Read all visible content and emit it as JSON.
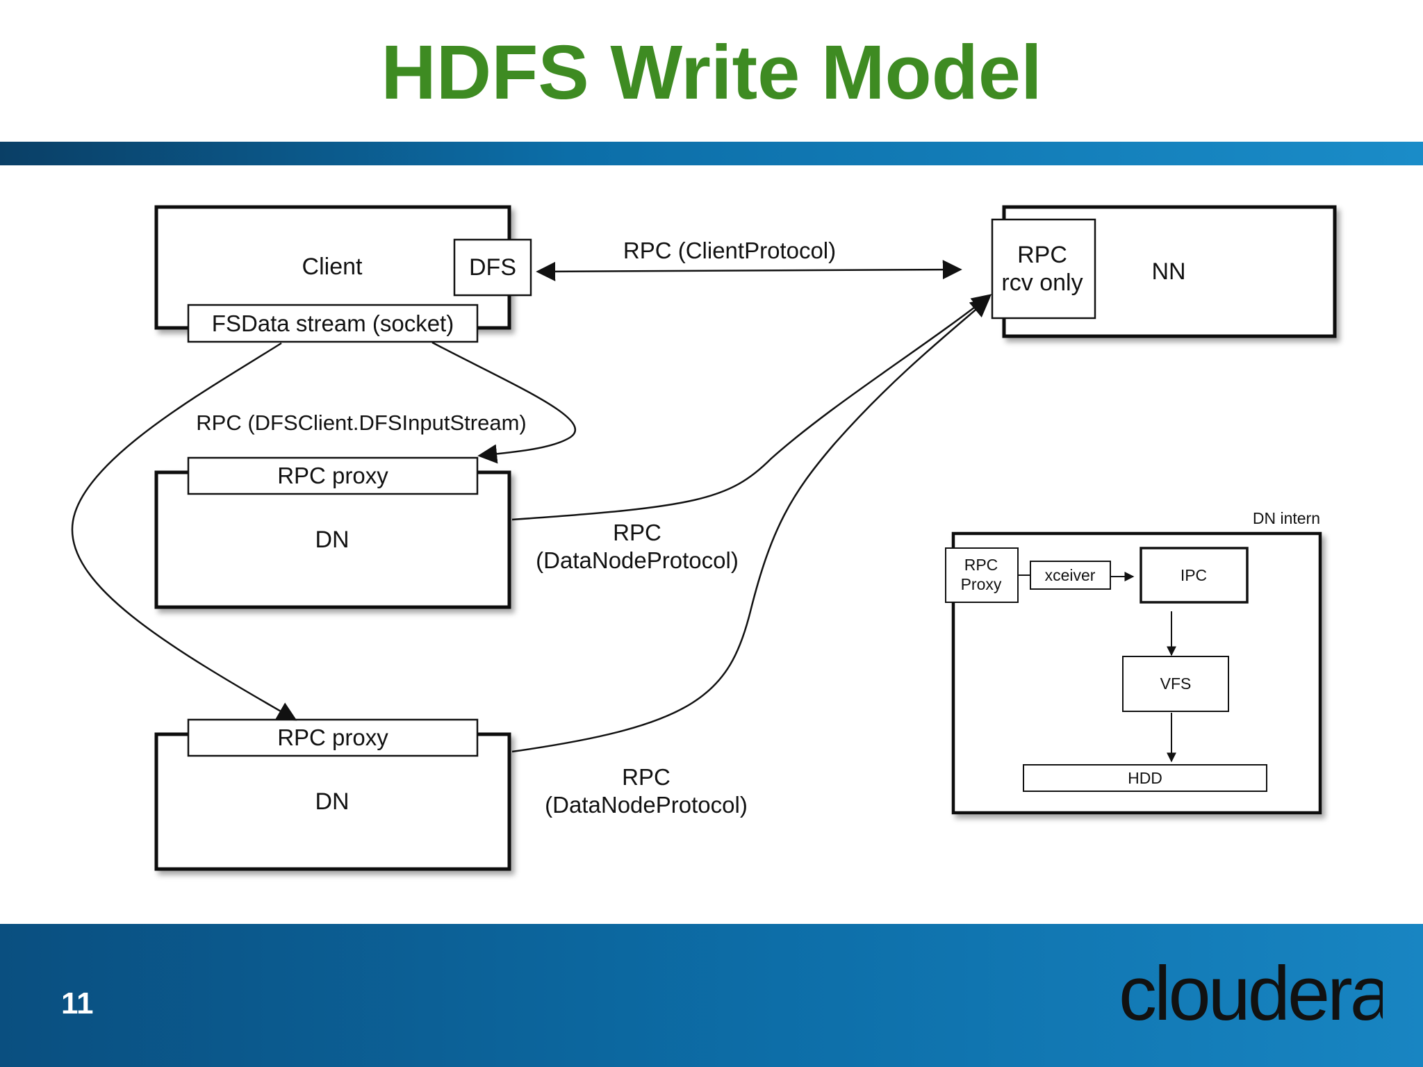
{
  "slide": {
    "title": "HDFS Write Model",
    "page_number": "11",
    "logo_text": "cloudera",
    "colors": {
      "title": "#3e8b22",
      "band": "#0c6ea8"
    }
  },
  "diagram": {
    "client": {
      "label": "Client",
      "dfs": "DFS",
      "stream": "FSData stream (socket)"
    },
    "nn": {
      "label": "NN",
      "rpc_line1": "RPC",
      "rpc_line2": "rcv only"
    },
    "dn1": {
      "label": "DN",
      "proxy": "RPC proxy"
    },
    "dn2": {
      "label": "DN",
      "proxy": "RPC proxy"
    },
    "edges": {
      "client_protocol": "RPC (ClientProtocol)",
      "dfsclient": "RPC (DFSClient.DFSInputStream)",
      "dn1_rpc": "RPC",
      "dn1_protocol": "(DataNodeProtocol)",
      "dn2_rpc": "RPC",
      "dn2_protocol": "(DataNodeProtocol)"
    },
    "dn_intern": {
      "title": "DN intern",
      "rpc_proxy_line1": "RPC",
      "rpc_proxy_line2": "Proxy",
      "xceiver": "xceiver",
      "ipc": "IPC",
      "vfs": "VFS",
      "hdd": "HDD"
    }
  }
}
